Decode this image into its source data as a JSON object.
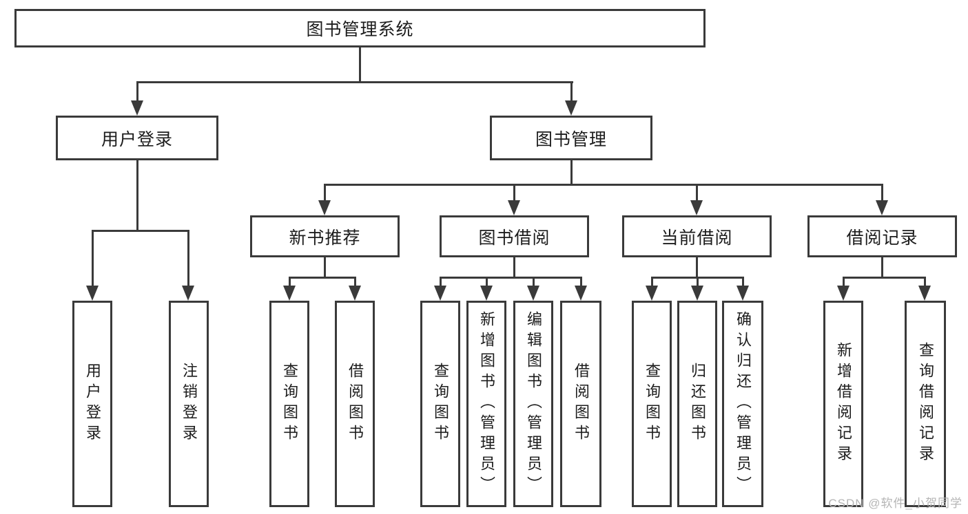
{
  "nodes": {
    "root": "图书管理系统",
    "user_login": "用户登录",
    "book_mgmt": "图书管理",
    "new_book_rec": "新书推荐",
    "book_borrow": "图书借阅",
    "current_borrow": "当前借阅",
    "borrow_records": "借阅记录",
    "leaf_user_login": "用户登录",
    "leaf_logout": "注销登录",
    "leaf_query_book_rec": "查询图书",
    "leaf_borrow_book_rec": "借阅图书",
    "leaf_query_book_borrow": "查询图书",
    "leaf_add_book": "新增图书（管理员）",
    "leaf_edit_book": "编辑图书（管理员）",
    "leaf_borrow_book_borrow": "借阅图书",
    "leaf_query_book_current": "查询图书",
    "leaf_return_book": "归还图书",
    "leaf_confirm_return": "确认归还（管理员）",
    "leaf_add_borrow_record": "新增借阅记录",
    "leaf_query_borrow_record": "查询借阅记录"
  },
  "edges": [
    {
      "from": "root",
      "to": "user_login"
    },
    {
      "from": "root",
      "to": "book_mgmt"
    },
    {
      "from": "user_login",
      "to": "leaf_user_login"
    },
    {
      "from": "user_login",
      "to": "leaf_logout"
    },
    {
      "from": "book_mgmt",
      "to": "new_book_rec"
    },
    {
      "from": "book_mgmt",
      "to": "book_borrow"
    },
    {
      "from": "book_mgmt",
      "to": "current_borrow"
    },
    {
      "from": "book_mgmt",
      "to": "borrow_records"
    },
    {
      "from": "new_book_rec",
      "to": "leaf_query_book_rec"
    },
    {
      "from": "new_book_rec",
      "to": "leaf_borrow_book_rec"
    },
    {
      "from": "book_borrow",
      "to": "leaf_query_book_borrow"
    },
    {
      "from": "book_borrow",
      "to": "leaf_add_book"
    },
    {
      "from": "book_borrow",
      "to": "leaf_edit_book"
    },
    {
      "from": "book_borrow",
      "to": "leaf_borrow_book_borrow"
    },
    {
      "from": "current_borrow",
      "to": "leaf_query_book_current"
    },
    {
      "from": "current_borrow",
      "to": "leaf_return_book"
    },
    {
      "from": "current_borrow",
      "to": "leaf_confirm_return"
    },
    {
      "from": "borrow_records",
      "to": "leaf_add_borrow_record"
    },
    {
      "from": "borrow_records",
      "to": "leaf_query_borrow_record"
    }
  ],
  "watermark": "CSDN @软件_小贺同学",
  "colors": {
    "line": "#3a3a3a",
    "text": "#1c1c1c",
    "watermark": "#b5b5b5",
    "background": "#ffffff"
  }
}
